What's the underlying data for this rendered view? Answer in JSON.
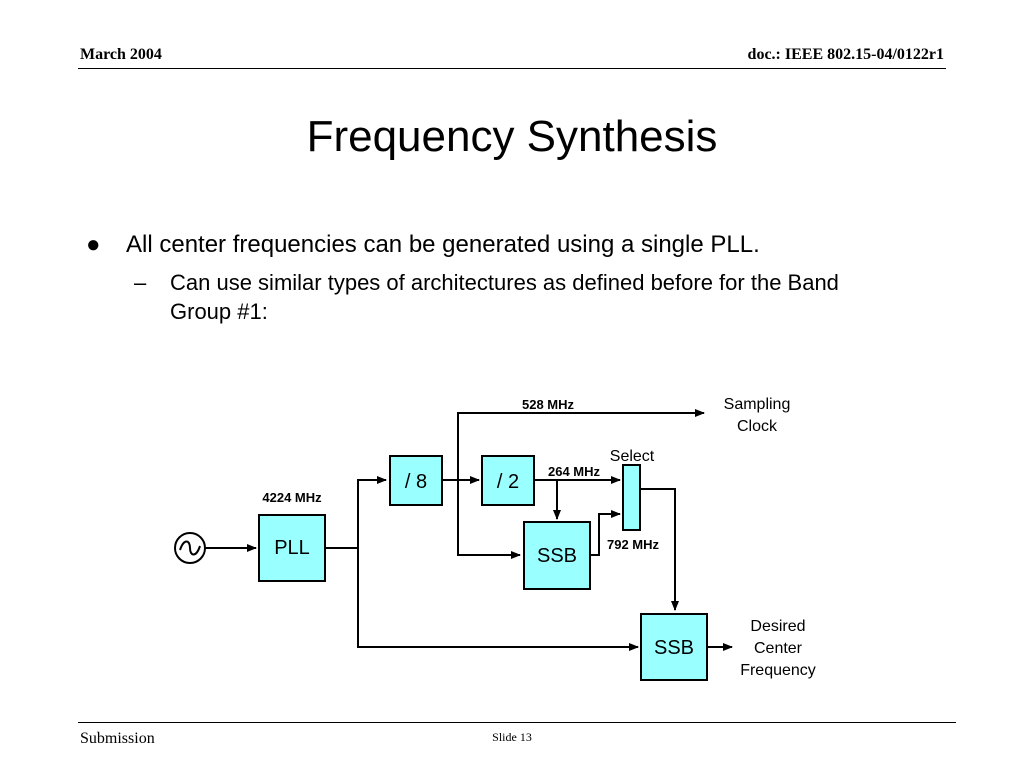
{
  "header": {
    "date": "March 2004",
    "doc": "doc.: IEEE 802.15-04/0122r1"
  },
  "title": "Frequency Synthesis",
  "bullets": {
    "l1": "All center frequencies can be generated using a single PLL.",
    "l2": "Can use similar types of architectures as defined before for the Band Group #1:"
  },
  "diagram": {
    "pll_label": "PLL",
    "div8_label": "/ 8",
    "div2_label": "/ 2",
    "ssb1_label": "SSB",
    "ssb2_label": "SSB",
    "freq_4224": "4224 MHz",
    "freq_528": "528 MHz",
    "freq_264": "264 MHz",
    "freq_792": "792 MHz",
    "select_label": "Select",
    "sampling_line1": "Sampling",
    "sampling_line2": "Clock",
    "desired_line1": "Desired",
    "desired_line2": "Center",
    "desired_line3": "Frequency",
    "oscillator_symbol": "oscillator-icon"
  },
  "footer": {
    "left": "Submission",
    "center": "Slide 13"
  }
}
